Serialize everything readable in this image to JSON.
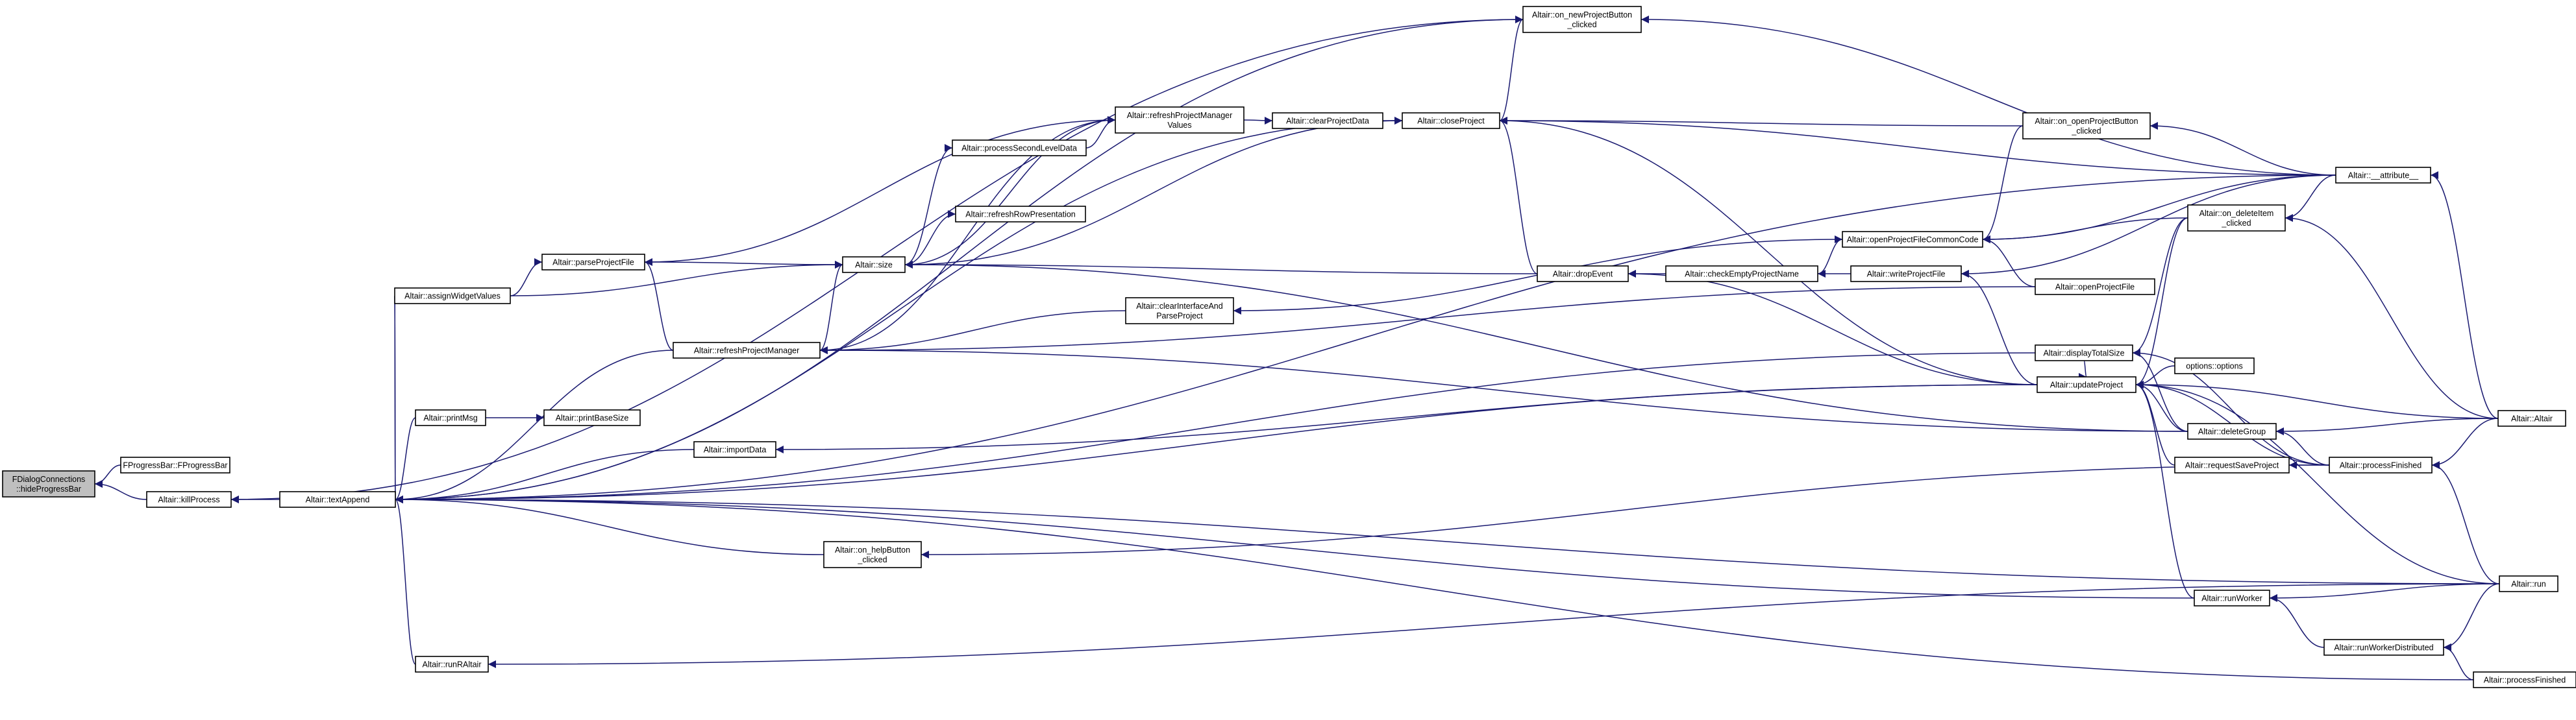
{
  "nodes": [
    {
      "id": "hide",
      "lines": [
        "FDialogConnections",
        "::hideProgressBar"
      ],
      "root": true
    },
    {
      "id": "fpb",
      "lines": [
        "FProgressBar::FProgressBar"
      ]
    },
    {
      "id": "kill",
      "lines": [
        "Altair::killProcess"
      ]
    },
    {
      "id": "text",
      "lines": [
        "Altair::textAppend"
      ]
    },
    {
      "id": "newproj",
      "lines": [
        "Altair::on_newProjectButton",
        "_clicked"
      ]
    },
    {
      "id": "close",
      "lines": [
        "Altair::closeProject"
      ]
    },
    {
      "id": "clear",
      "lines": [
        "Altair::clearProjectData"
      ]
    },
    {
      "id": "rpmv",
      "lines": [
        "Altair::refreshProjectManager",
        "Values"
      ]
    },
    {
      "id": "psld",
      "lines": [
        "Altair::processSecondLevelData"
      ]
    },
    {
      "id": "rrp",
      "lines": [
        "Altair::refreshRowPresentation"
      ]
    },
    {
      "id": "size",
      "lines": [
        "Altair::size"
      ]
    },
    {
      "id": "parse",
      "lines": [
        "Altair::parseProjectFile"
      ]
    },
    {
      "id": "awv",
      "lines": [
        "Altair::assignWidgetValues"
      ]
    },
    {
      "id": "rpm",
      "lines": [
        "Altair::refreshProjectManager"
      ]
    },
    {
      "id": "printMsg",
      "lines": [
        "Altair::printMsg"
      ]
    },
    {
      "id": "printBase",
      "lines": [
        "Altair::printBaseSize"
      ]
    },
    {
      "id": "import",
      "lines": [
        "Altair::importData"
      ]
    },
    {
      "id": "ciap",
      "lines": [
        "Altair::clearInterfaceAnd",
        "ParseProject"
      ]
    },
    {
      "id": "drop",
      "lines": [
        "Altair::dropEvent"
      ]
    },
    {
      "id": "cepn",
      "lines": [
        "Altair::checkEmptyProjectName"
      ]
    },
    {
      "id": "wpf",
      "lines": [
        "Altair::writeProjectFile"
      ]
    },
    {
      "id": "opfcc",
      "lines": [
        "Altair::openProjectFileCommonCode"
      ]
    },
    {
      "id": "openproj",
      "lines": [
        "Altair::on_openProjectButton",
        "_clicked"
      ]
    },
    {
      "id": "opf",
      "lines": [
        "Altair::openProjectFile"
      ]
    },
    {
      "id": "attr",
      "lines": [
        "Altair::__attribute__"
      ]
    },
    {
      "id": "dts",
      "lines": [
        "Altair::displayTotalSize"
      ]
    },
    {
      "id": "update",
      "lines": [
        "Altair::updateProject"
      ]
    },
    {
      "id": "odel",
      "lines": [
        "Altair::on_deleteItem",
        "_clicked"
      ]
    },
    {
      "id": "options",
      "lines": [
        "options::options"
      ]
    },
    {
      "id": "delgrp",
      "lines": [
        "Altair::deleteGroup"
      ]
    },
    {
      "id": "altair",
      "lines": [
        "Altair::Altair"
      ]
    },
    {
      "id": "rsp",
      "lines": [
        "Altair::requestSaveProject"
      ]
    },
    {
      "id": "procfin",
      "lines": [
        "Altair::processFinished"
      ]
    },
    {
      "id": "help",
      "lines": [
        "Altair::on_helpButton",
        "_clicked"
      ]
    },
    {
      "id": "runworker",
      "lines": [
        "Altair::runWorker"
      ]
    },
    {
      "id": "run",
      "lines": [
        "Altair::run"
      ]
    },
    {
      "id": "rwd",
      "lines": [
        "Altair::runWorkerDistributed"
      ]
    },
    {
      "id": "runR",
      "lines": [
        "Altair::runRAltair"
      ]
    },
    {
      "id": "procfin2",
      "lines": [
        "Altair::processFinished"
      ]
    }
  ],
  "edges": [
    [
      "hide",
      "fpb"
    ],
    [
      "hide",
      "kill"
    ],
    [
      "kill",
      "text"
    ],
    [
      "kill",
      "newproj"
    ],
    [
      "text",
      "newproj"
    ],
    [
      "text",
      "close"
    ],
    [
      "text",
      "awv"
    ],
    [
      "text",
      "rpm"
    ],
    [
      "text",
      "printMsg"
    ],
    [
      "text",
      "import"
    ],
    [
      "text",
      "dts"
    ],
    [
      "text",
      "update"
    ],
    [
      "text",
      "help"
    ],
    [
      "text",
      "runworker"
    ],
    [
      "text",
      "run"
    ],
    [
      "text",
      "runR"
    ],
    [
      "text",
      "procfin2"
    ],
    [
      "text",
      "attr"
    ],
    [
      "newproj",
      "close"
    ],
    [
      "newproj",
      "attr"
    ],
    [
      "close",
      "clear"
    ],
    [
      "close",
      "size"
    ],
    [
      "close",
      "drop"
    ],
    [
      "close",
      "openproj"
    ],
    [
      "close",
      "attr"
    ],
    [
      "close",
      "update"
    ],
    [
      "clear",
      "rpmv"
    ],
    [
      "rpmv",
      "psld"
    ],
    [
      "rpmv",
      "size"
    ],
    [
      "rpmv",
      "parse"
    ],
    [
      "rpmv",
      "rpm"
    ],
    [
      "psld",
      "size"
    ],
    [
      "rrp",
      "size"
    ],
    [
      "size",
      "parse"
    ],
    [
      "size",
      "awv"
    ],
    [
      "size",
      "rpm"
    ],
    [
      "size",
      "drop"
    ],
    [
      "size",
      "delgrp"
    ],
    [
      "parse",
      "awv"
    ],
    [
      "parse",
      "rpm"
    ],
    [
      "awv",
      "text"
    ],
    [
      "rpm",
      "ciap"
    ],
    [
      "rpm",
      "opf"
    ],
    [
      "rpm",
      "delgrp"
    ],
    [
      "printBase",
      "printMsg"
    ],
    [
      "import",
      "update"
    ],
    [
      "ciap",
      "opfcc"
    ],
    [
      "drop",
      "cepn"
    ],
    [
      "drop",
      "update"
    ],
    [
      "cepn",
      "wpf"
    ],
    [
      "opfcc",
      "cepn"
    ],
    [
      "opfcc",
      "openproj"
    ],
    [
      "opfcc",
      "attr"
    ],
    [
      "opfcc",
      "opf"
    ],
    [
      "opfcc",
      "odel"
    ],
    [
      "wpf",
      "attr"
    ],
    [
      "wpf",
      "update"
    ],
    [
      "openproj",
      "attr"
    ],
    [
      "dts",
      "odel"
    ],
    [
      "dts",
      "delgrp"
    ],
    [
      "dts",
      "procfin"
    ],
    [
      "update",
      "options"
    ],
    [
      "update",
      "odel"
    ],
    [
      "update",
      "delgrp"
    ],
    [
      "update",
      "altair"
    ],
    [
      "update",
      "rsp"
    ],
    [
      "update",
      "procfin"
    ],
    [
      "update",
      "runworker"
    ],
    [
      "update",
      "run"
    ],
    [
      "update",
      "dts"
    ],
    [
      "odel",
      "attr"
    ],
    [
      "odel",
      "altair"
    ],
    [
      "delgrp",
      "procfin"
    ],
    [
      "delgrp",
      "altair"
    ],
    [
      "attr",
      "altair"
    ],
    [
      "procfin",
      "altair"
    ],
    [
      "procfin",
      "run"
    ],
    [
      "rsp",
      "procfin"
    ],
    [
      "runworker",
      "run"
    ],
    [
      "runworker",
      "rwd"
    ],
    [
      "rwd",
      "run"
    ],
    [
      "rwd",
      "procfin2"
    ],
    [
      "runR",
      "run"
    ],
    [
      "help",
      "procfin"
    ]
  ]
}
